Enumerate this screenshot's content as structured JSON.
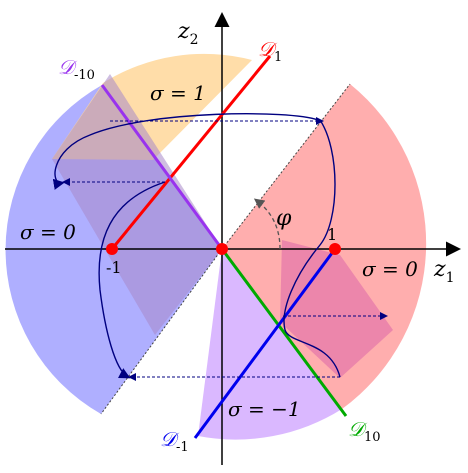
{
  "axes": {
    "x_label": "z",
    "x_sub": "1",
    "y_label": "z",
    "y_sub": "2"
  },
  "lines": {
    "d1": {
      "base": "𝒟",
      "sub": "1",
      "color": "#ff0000"
    },
    "dm10": {
      "base": "𝒟",
      "sub": "-10",
      "color": "#9933ee"
    },
    "d10": {
      "base": "𝒟",
      "sub": "10",
      "color": "#00aa00"
    },
    "dm1": {
      "base": "𝒟",
      "sub": "-1",
      "color": "#0000ee"
    }
  },
  "regions": {
    "sigma_1": "σ = 1",
    "sigma_0_left": "σ = 0",
    "sigma_0_right": "σ = 0",
    "sigma_m1": "σ = −1"
  },
  "points": {
    "minus_one": "-1",
    "plus_one": "1"
  },
  "angle": "φ",
  "colors": {
    "blue_region": "#a6a6ff",
    "orange_region": "#ffd9a0",
    "red_region": "#ffaaaa",
    "purple_region": "#d6b0ff",
    "curve": "#000080",
    "point": "#ff0000"
  }
}
